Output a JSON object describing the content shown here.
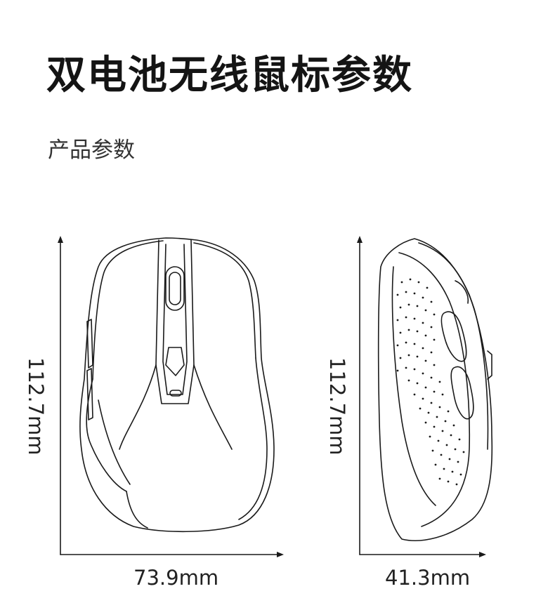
{
  "header": {
    "title": "双电池无线鼠标参数",
    "subtitle": "产品参数"
  },
  "dimensions": {
    "front_height": "112.7mm",
    "front_width": "73.9mm",
    "side_height": "112.7mm",
    "side_width": "41.3mm"
  },
  "colors": {
    "line": "#1a1a1a",
    "background": "#ffffff"
  }
}
